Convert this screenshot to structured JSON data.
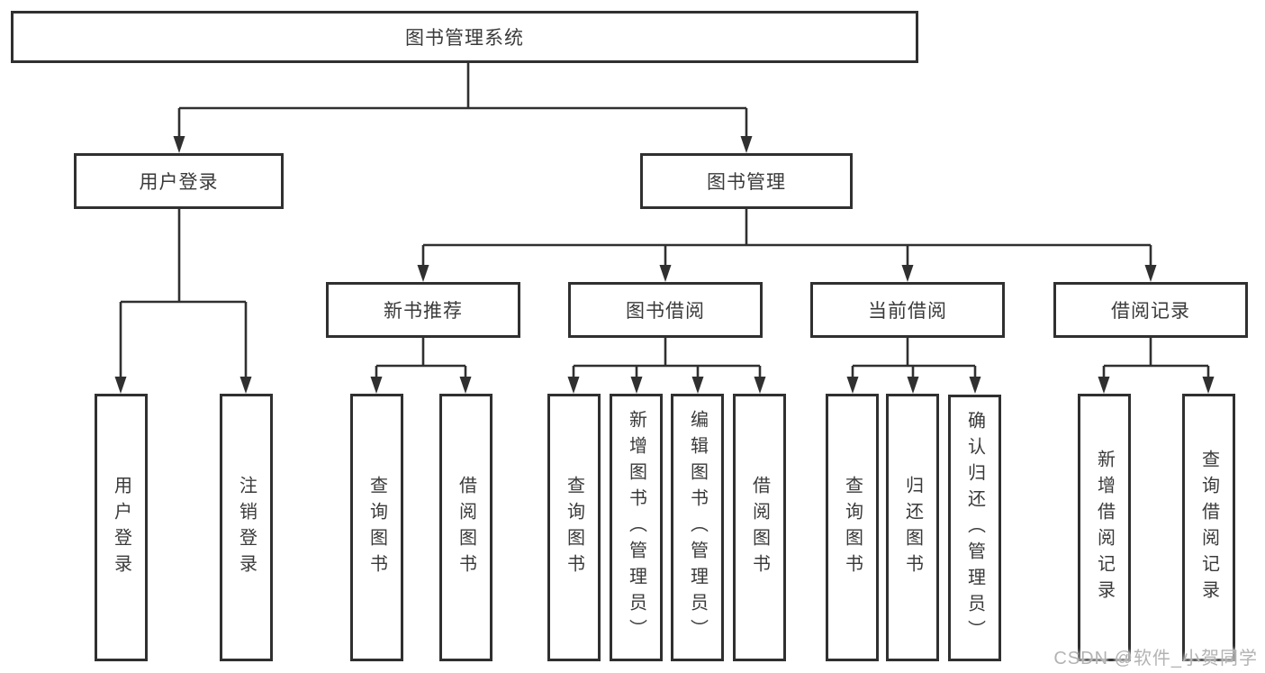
{
  "diagram_title": "图书管理系统",
  "tree": {
    "root": {
      "label": "图书管理系统",
      "children": [
        {
          "label": "用户登录",
          "children": [
            {
              "label": "用户登录"
            },
            {
              "label": "注销登录"
            }
          ]
        },
        {
          "label": "图书管理",
          "children": [
            {
              "label": "新书推荐",
              "children": [
                {
                  "label": "查询图书"
                },
                {
                  "label": "借阅图书"
                }
              ]
            },
            {
              "label": "图书借阅",
              "children": [
                {
                  "label": "查询图书"
                },
                {
                  "label": "新增图书（管理员）"
                },
                {
                  "label": "编辑图书（管理员）"
                },
                {
                  "label": "借阅图书"
                }
              ]
            },
            {
              "label": "当前借阅",
              "children": [
                {
                  "label": "查询图书"
                },
                {
                  "label": "归还图书"
                },
                {
                  "label": "确认归还（管理员）"
                }
              ]
            },
            {
              "label": "借阅记录",
              "children": [
                {
                  "label": "新增借阅记录"
                },
                {
                  "label": "查询借阅记录"
                }
              ]
            }
          ]
        }
      ]
    }
  },
  "watermark": "CSDN @软件_小贺同学",
  "colors": {
    "line": "#303030",
    "box_border": "#303030",
    "text": "#3a3a3a",
    "background": "#ffffff",
    "watermark": "#b3b3b3"
  }
}
